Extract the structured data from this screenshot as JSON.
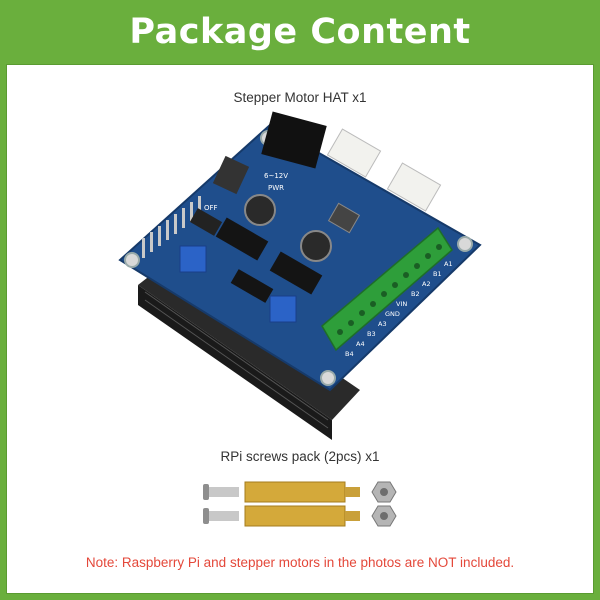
{
  "header": {
    "title": "Package Content"
  },
  "items": [
    {
      "caption": "Stepper Motor HAT x1"
    },
    {
      "caption": "RPi screws pack (2pcs) x1"
    }
  ],
  "board": {
    "switch_off": "OFF",
    "power_label": "6~12V",
    "pwr_label": "PWR",
    "terminal_labels": [
      "A1",
      "B1",
      "A2",
      "B2",
      "VIN",
      "GND",
      "A3",
      "B3",
      "A4",
      "B4"
    ]
  },
  "footer": {
    "note": "Note: Raspberry Pi and stepper motors in the photos are NOT included."
  },
  "colors": {
    "header_bg": "#6aaf3d",
    "pcb": "#1f4e8c",
    "terminal": "#2e9e3a",
    "note": "#e4483a",
    "brass": "#d4a93a"
  }
}
